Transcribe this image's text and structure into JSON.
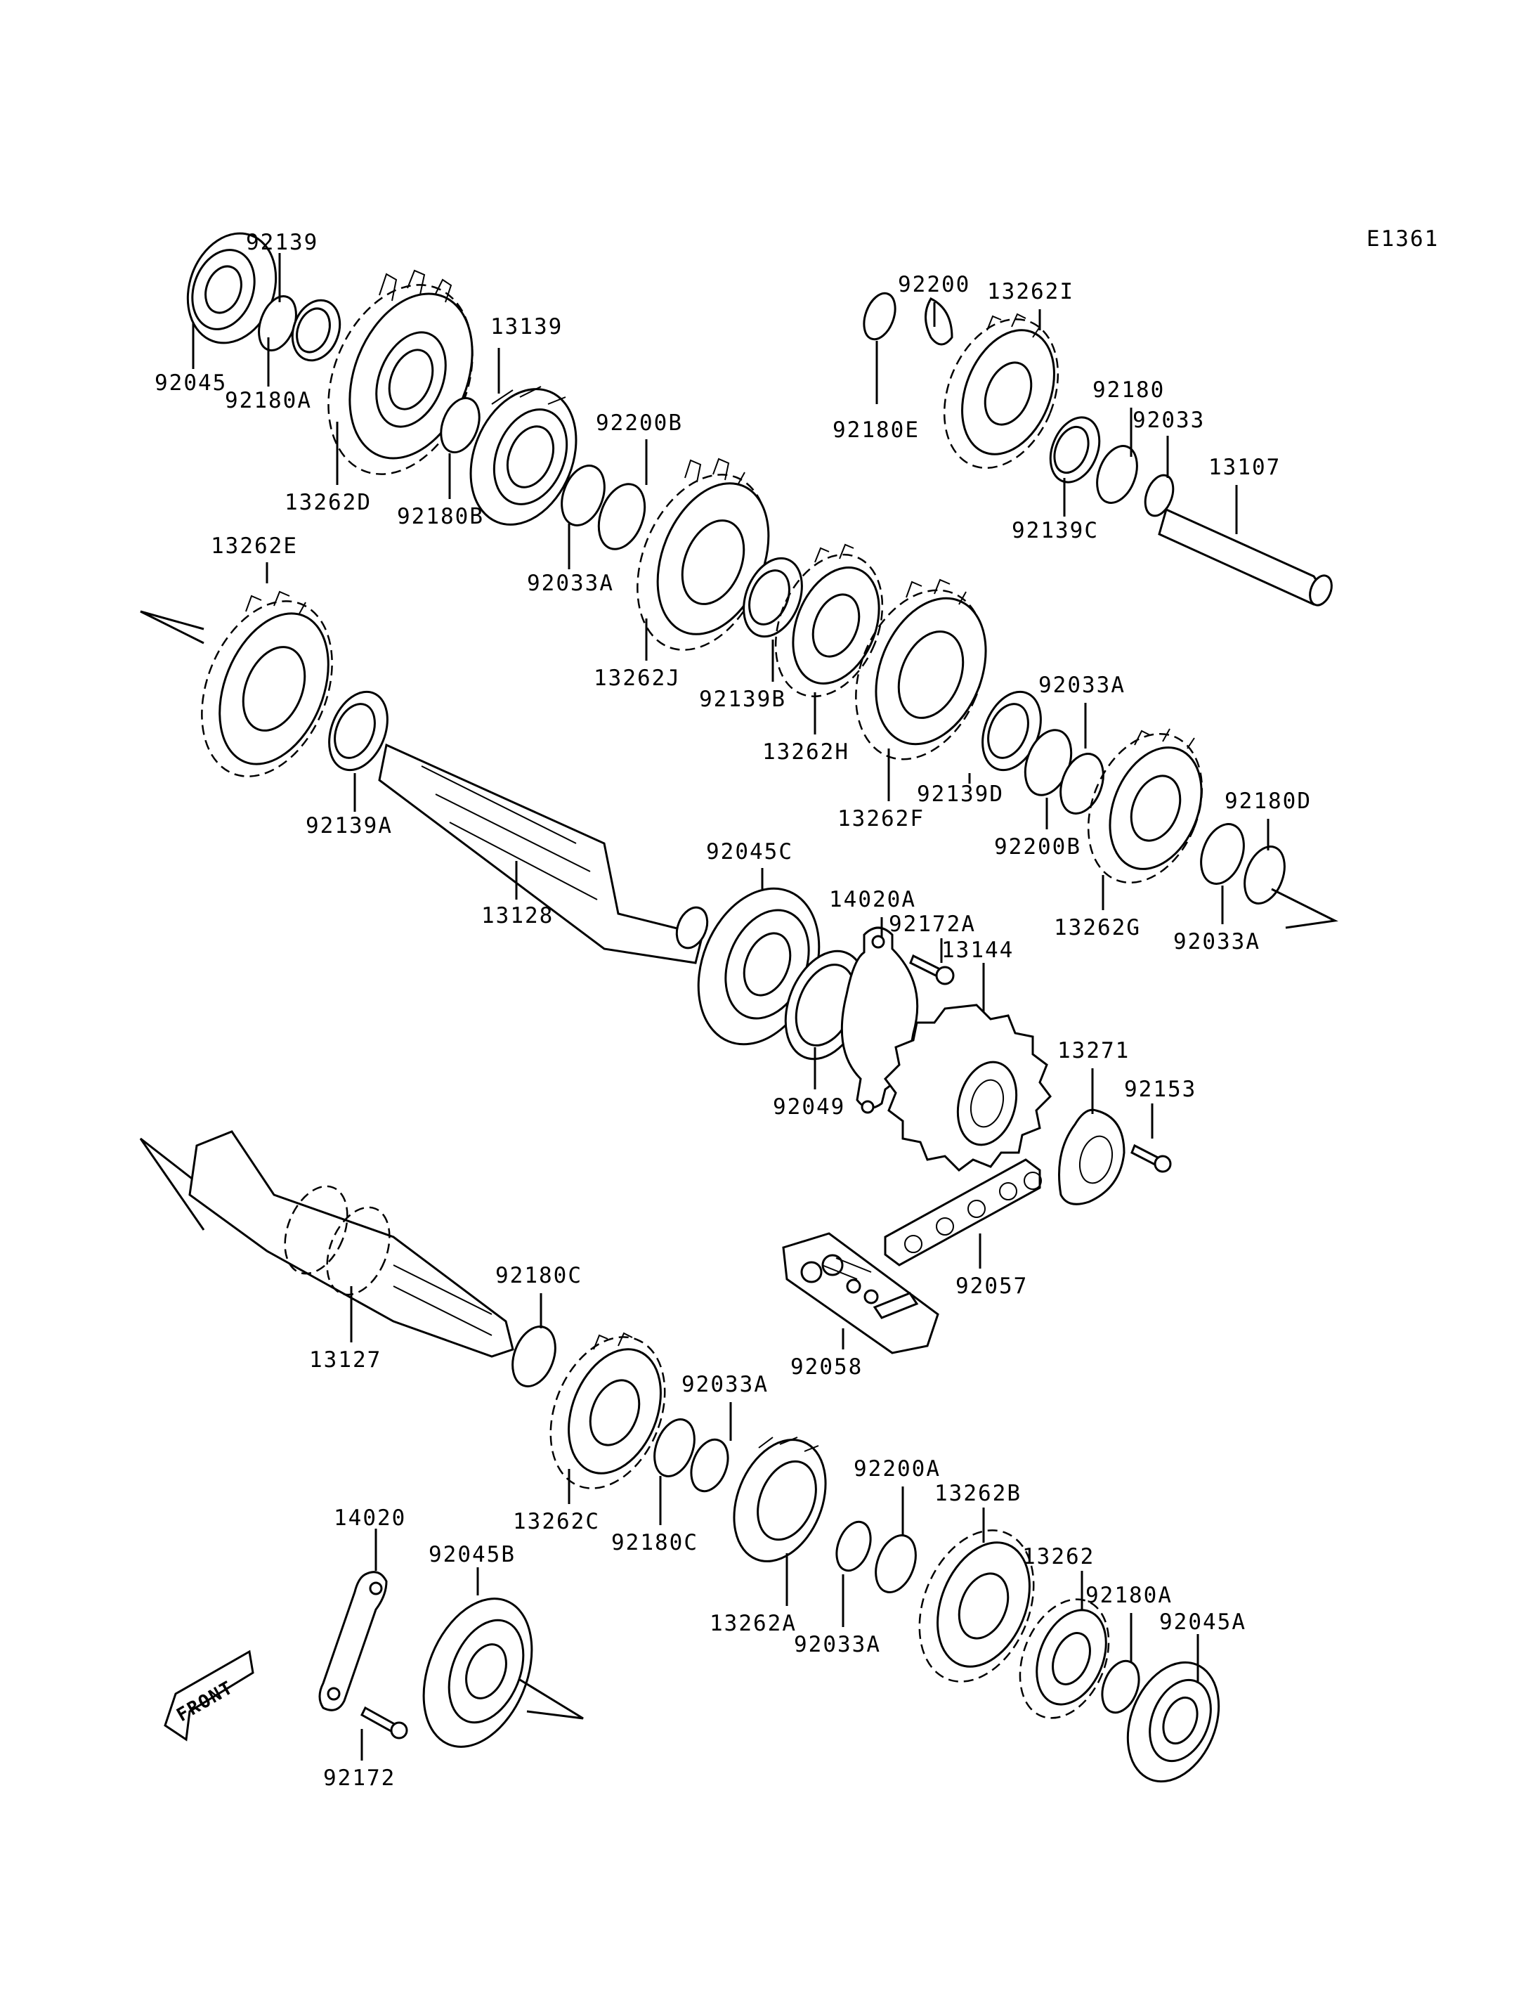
{
  "diagram": {
    "code": "E1361",
    "front_label": "FRONT",
    "parts": [
      {
        "id": "92139",
        "label": "92139"
      },
      {
        "id": "92045",
        "label": "92045"
      },
      {
        "id": "92180A",
        "label": "92180A"
      },
      {
        "id": "13262D",
        "label": "13262D"
      },
      {
        "id": "13139",
        "label": "13139"
      },
      {
        "id": "92180B",
        "label": "92180B"
      },
      {
        "id": "92200B",
        "label": "92200B"
      },
      {
        "id": "92033A",
        "label": "92033A"
      },
      {
        "id": "13262J",
        "label": "13262J"
      },
      {
        "id": "92200",
        "label": "92200"
      },
      {
        "id": "13262I",
        "label": "13262I"
      },
      {
        "id": "92180E",
        "label": "92180E"
      },
      {
        "id": "92180",
        "label": "92180"
      },
      {
        "id": "92033",
        "label": "92033"
      },
      {
        "id": "13107",
        "label": "13107"
      },
      {
        "id": "92139C",
        "label": "92139C"
      },
      {
        "id": "13262E",
        "label": "13262E"
      },
      {
        "id": "92139A",
        "label": "92139A"
      },
      {
        "id": "92139B",
        "label": "92139B"
      },
      {
        "id": "13262H",
        "label": "13262H"
      },
      {
        "id": "13262F",
        "label": "13262F"
      },
      {
        "id": "92139D",
        "label": "92139D"
      },
      {
        "id": "92033A_2",
        "label": "92033A"
      },
      {
        "id": "92200B_2",
        "label": "92200B"
      },
      {
        "id": "92180D",
        "label": "92180D"
      },
      {
        "id": "13262G",
        "label": "13262G"
      },
      {
        "id": "92033A_3",
        "label": "92033A"
      },
      {
        "id": "92045C",
        "label": "92045C"
      },
      {
        "id": "13128",
        "label": "13128"
      },
      {
        "id": "14020A",
        "label": "14020A"
      },
      {
        "id": "92172A",
        "label": "92172A"
      },
      {
        "id": "13144",
        "label": "13144"
      },
      {
        "id": "92049",
        "label": "92049"
      },
      {
        "id": "13271",
        "label": "13271"
      },
      {
        "id": "92153",
        "label": "92153"
      },
      {
        "id": "92057",
        "label": "92057"
      },
      {
        "id": "92058",
        "label": "92058"
      },
      {
        "id": "92180C",
        "label": "92180C"
      },
      {
        "id": "13127",
        "label": "13127"
      },
      {
        "id": "92033A_4",
        "label": "92033A"
      },
      {
        "id": "13262C",
        "label": "13262C"
      },
      {
        "id": "92180C_2",
        "label": "92180C"
      },
      {
        "id": "92200A",
        "label": "92200A"
      },
      {
        "id": "13262B",
        "label": "13262B"
      },
      {
        "id": "13262A",
        "label": "13262A"
      },
      {
        "id": "92033A_5",
        "label": "92033A"
      },
      {
        "id": "13262",
        "label": "13262"
      },
      {
        "id": "92180A_2",
        "label": "92180A"
      },
      {
        "id": "92045A",
        "label": "92045A"
      },
      {
        "id": "14020",
        "label": "14020"
      },
      {
        "id": "92045B",
        "label": "92045B"
      },
      {
        "id": "92172",
        "label": "92172"
      }
    ]
  }
}
